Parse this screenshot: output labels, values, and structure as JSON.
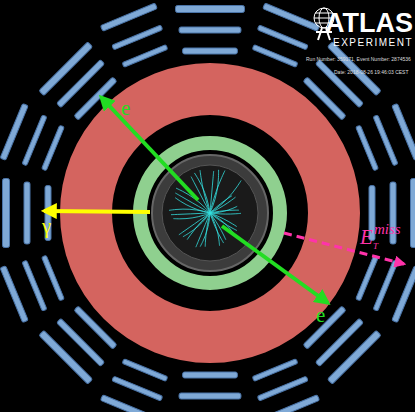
{
  "diagram": {
    "labels": [
      "ATLAS",
      "EXPERIMENT",
      "Run Number: 359171, Event Number: 2874536",
      "Date: 2018-08-26 19:46:03 CEST",
      "e",
      "γ",
      "e",
      "E",
      "T",
      "miss"
    ]
  }
}
